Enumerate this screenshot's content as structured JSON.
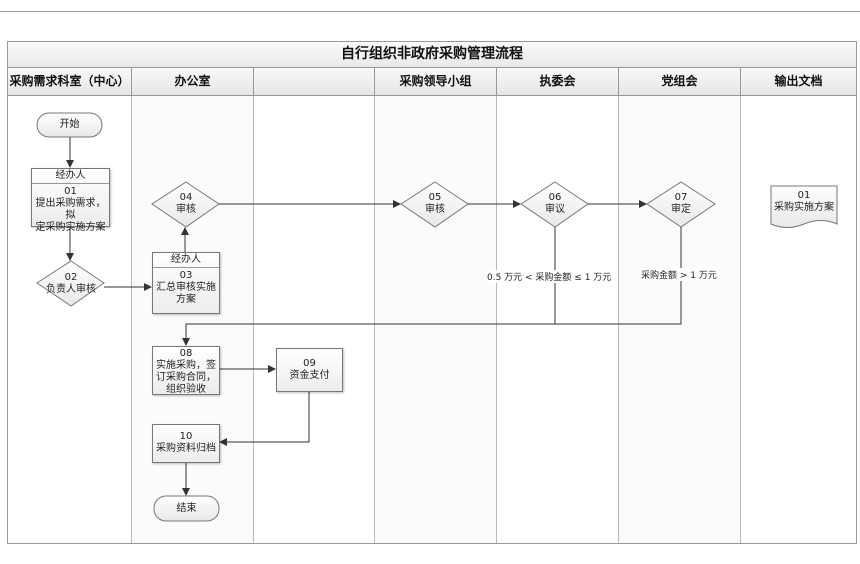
{
  "title": "自行组织非政府采购管理流程",
  "lanes": [
    {
      "label": "采购需求科室（中心）"
    },
    {
      "label": "办公室"
    },
    {
      "label": ""
    },
    {
      "label": "采购领导小组"
    },
    {
      "label": "执委会"
    },
    {
      "label": "党组会"
    },
    {
      "label": "输出文档"
    }
  ],
  "nodes": {
    "start": {
      "label": "开始"
    },
    "n01": {
      "role": "经办人",
      "num": "01",
      "line1": "提出采购需求，拟",
      "line2": "定采购实施方案"
    },
    "n02": {
      "num": "02",
      "label": "负责人审核"
    },
    "n03": {
      "role": "经办人",
      "num": "03",
      "line1": "汇总审核实施",
      "line2": "方案"
    },
    "n04": {
      "num": "04",
      "label": "审核"
    },
    "n05": {
      "num": "05",
      "label": "审核"
    },
    "n06": {
      "num": "06",
      "label": "审议"
    },
    "n07": {
      "num": "07",
      "label": "审定"
    },
    "n08": {
      "num": "08",
      "line1": "实施采购，签",
      "line2": "订采购合同，",
      "line3": "组织验收"
    },
    "n09": {
      "num": "09",
      "label": "资金支付"
    },
    "n10": {
      "num": "10",
      "label": "采购资料归档"
    },
    "end": {
      "label": "结束"
    },
    "doc01": {
      "num": "01",
      "label": "采购实施方案"
    }
  },
  "conditions": {
    "c06": "0.5 万元 < 采购金额 ≤ 1 万元",
    "c07": "采购金额 > 1 万元"
  }
}
